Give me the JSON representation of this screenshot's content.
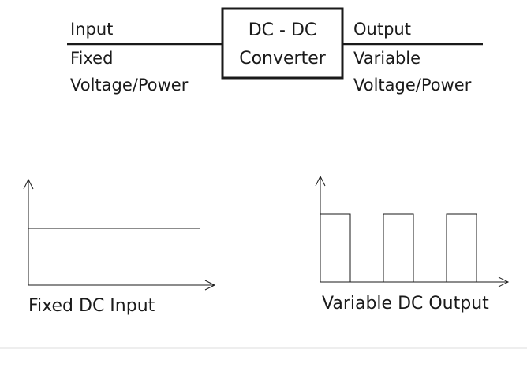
{
  "converter": {
    "line1": "DC - DC",
    "line2": "Converter"
  },
  "input": {
    "label": "Input",
    "desc_line1": "Fixed",
    "desc_line2": "Voltage/Power"
  },
  "output": {
    "label": "Output",
    "desc_line1": "Variable",
    "desc_line2": "Voltage/Power"
  },
  "graphs": {
    "fixed": {
      "caption": "Fixed DC Input"
    },
    "variable": {
      "caption": "Variable DC Output",
      "pulse_count": 3
    }
  },
  "colors": {
    "ink": "#1a1a1a",
    "divider": "#dcdcdc"
  }
}
